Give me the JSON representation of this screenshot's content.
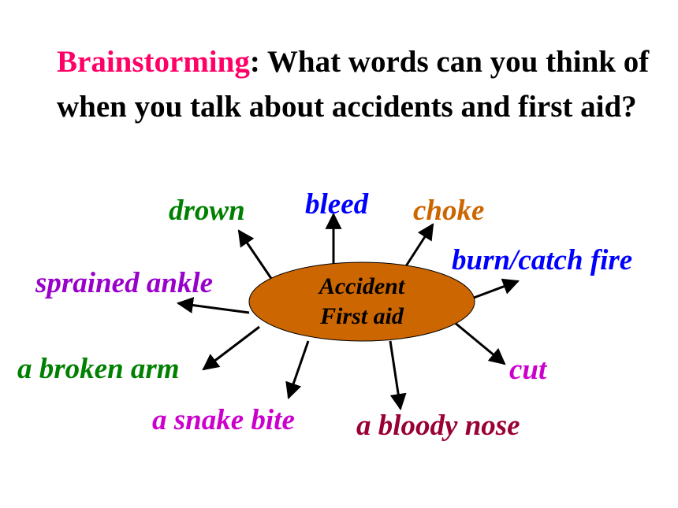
{
  "heading": {
    "keyword": "Brainstorming",
    "question": ": What words can you think of when you talk about accidents and first aid?"
  },
  "center": {
    "line1": "Accident",
    "line2": "First aid"
  },
  "words": {
    "drown": "drown",
    "bleed": "bleed",
    "choke": "choke",
    "burn": "burn/catch fire",
    "sprained": "sprained ankle",
    "broken_arm": "a broken arm",
    "cut": "cut",
    "snake_bite": "a snake bite",
    "bloody_nose": "a bloody nose"
  },
  "colors": {
    "keyword": "#ff0066",
    "center_fill": "#cc6600",
    "green": "#008000",
    "blue": "#0000ff",
    "orange": "#cc6600",
    "purple": "#9900cc",
    "magenta": "#cc00cc",
    "crimson": "#990033"
  }
}
